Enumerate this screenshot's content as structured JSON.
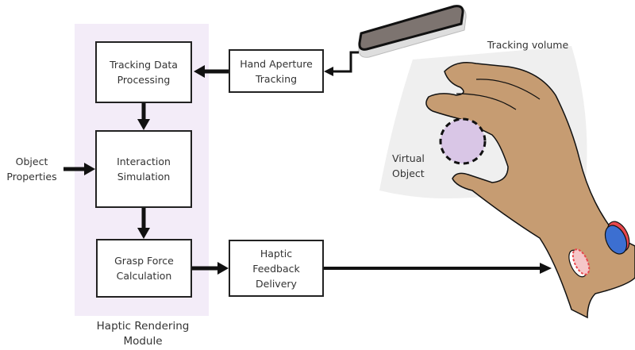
{
  "diagram": {
    "module_label": "Haptic Rendering\nModule",
    "boxes": {
      "tracking_processing": "Tracking Data\nProcessing",
      "hand_aperture": "Hand Aperture\nTracking",
      "interaction": "Interaction\nSimulation",
      "grasp_force": "Grasp Force\nCalculation",
      "haptic_feedback": "Haptic\nFeedback\nDelivery"
    },
    "inputs": {
      "object_properties": "Object\nProperties"
    },
    "illustration": {
      "tracking_volume": "Tracking volume",
      "virtual_object": "Virtual\nObject"
    },
    "colors": {
      "module_bg": "#f3ecf8",
      "skin": "#c69c72",
      "virtual_object": "#d9c6e6",
      "band_red": "#e8474c",
      "band_blue": "#3c6fd1",
      "tracking_volume": "#efefef"
    }
  }
}
